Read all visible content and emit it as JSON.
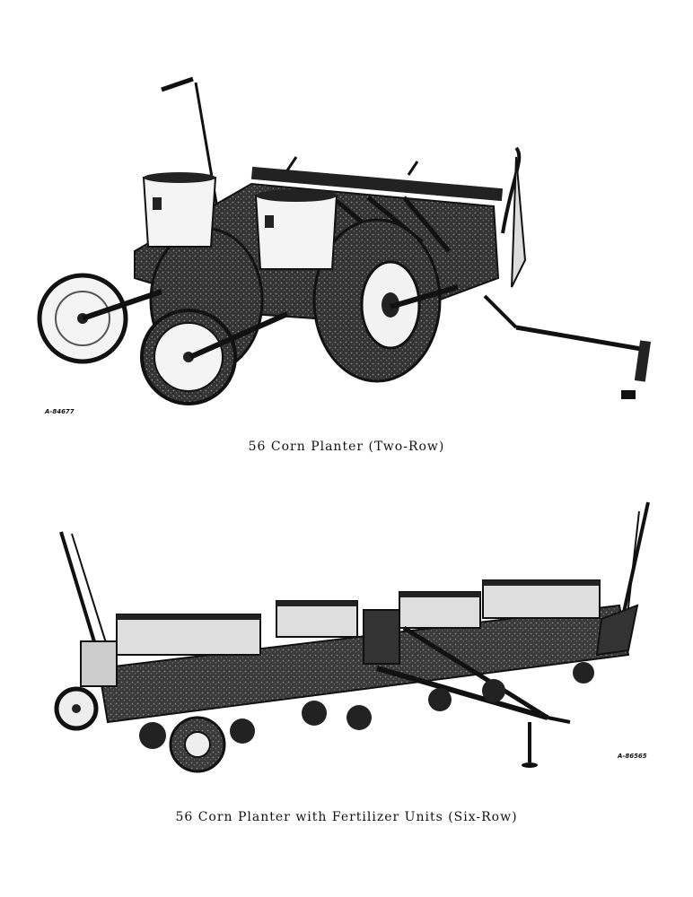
{
  "figures": [
    {
      "number": "A-84677",
      "caption": "56 Corn Planter (Two-Row)",
      "image_icon": "two-row-corn-planter-illustration"
    },
    {
      "number": "A-86565",
      "caption": "56 Corn Planter with Fertilizer Units (Six-Row)",
      "image_icon": "six-row-corn-planter-illustration"
    }
  ],
  "colors": {
    "ink": "#111111",
    "paper": "#ffffff",
    "midtone": "#555555",
    "light": "#e6e6e6"
  }
}
